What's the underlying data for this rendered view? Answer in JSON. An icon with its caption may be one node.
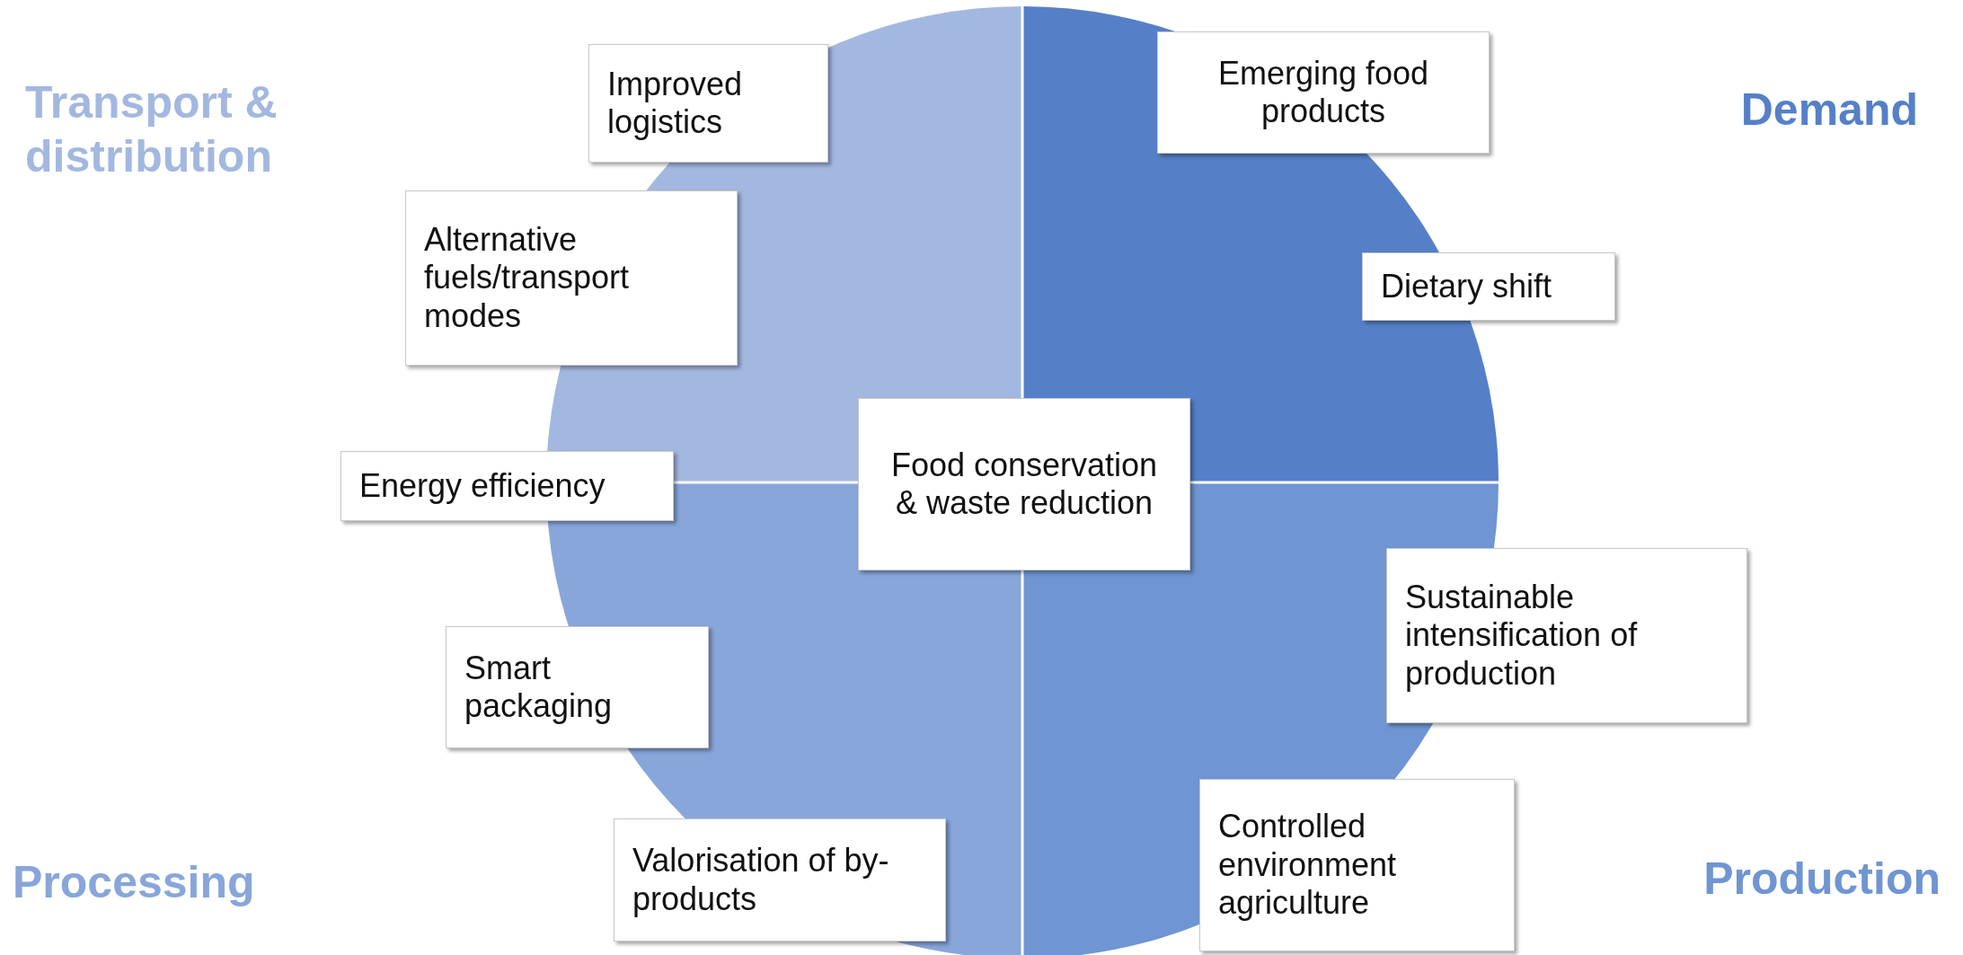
{
  "diagram": {
    "nodes": [
      {
        "text": [
          "Improved logistics"
        ]
      },
      {
        "text": [
          "Emerging food products"
        ]
      },
      {
        "text": [
          "Alternative fuels/transport modes"
        ]
      },
      {
        "text": [
          "Dietary shift"
        ]
      },
      {
        "text": [
          "Energy efficiency"
        ]
      },
      {
        "text": [
          "Food conservation & waste reduction"
        ]
      },
      {
        "text": [
          "Sustainable intensification of production"
        ]
      },
      {
        "text": [
          "Smart packaging"
        ]
      },
      {
        "text": [
          "Controlled environment agriculture"
        ]
      },
      {
        "text": [
          "Valorisation of by-products"
        ]
      }
    ],
    "labels": [
      "Transport & distribution",
      "Demand",
      "Processing",
      "Production"
    ]
  }
}
